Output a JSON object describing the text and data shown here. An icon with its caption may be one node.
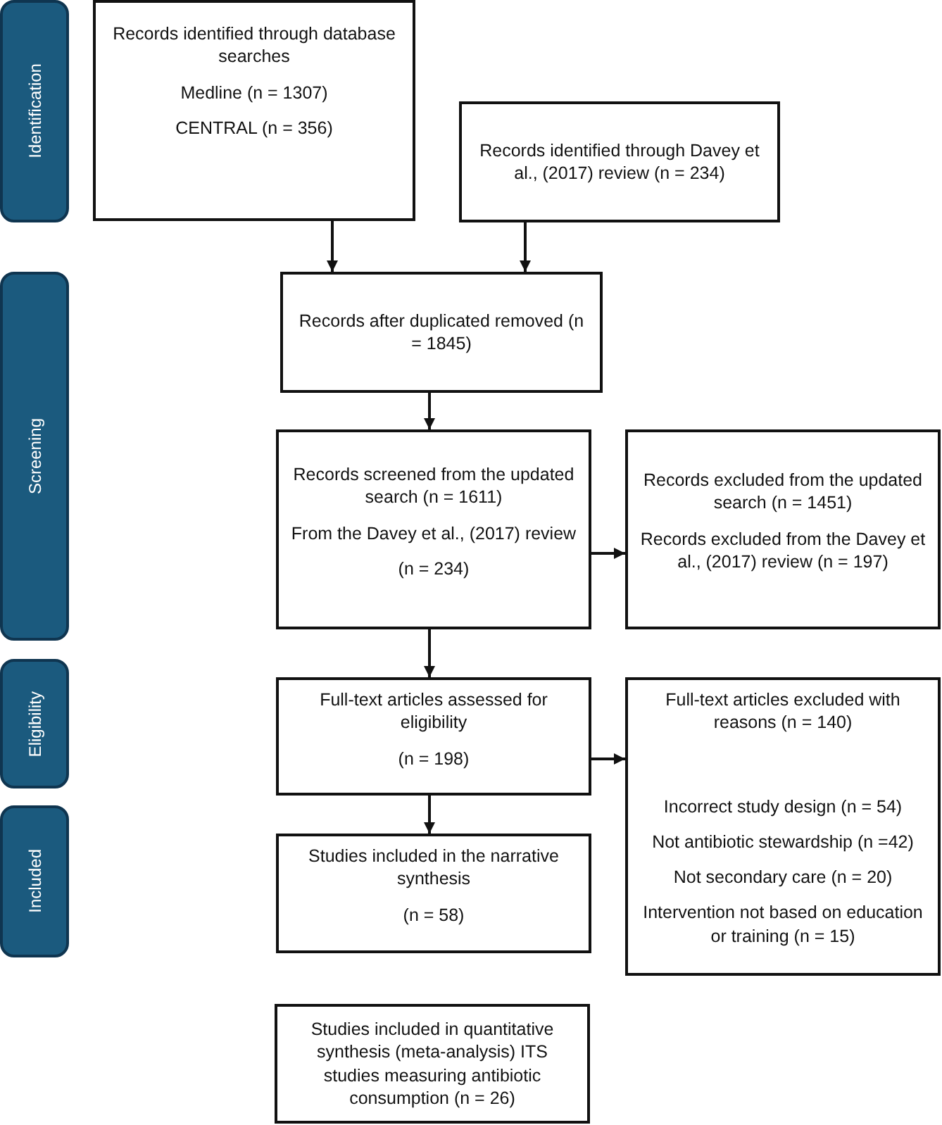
{
  "diagram": {
    "nodes": [
      {
        "text": [
          "Identification"
        ]
      },
      {
        "text": [
          "Screening"
        ]
      },
      {
        "text": [
          "Eligibility"
        ]
      },
      {
        "text": [
          "Included"
        ]
      },
      {
        "text": [
          "Records identified through database searches",
          "Medline (n = 1307)",
          "CENTRAL (n = 356)"
        ]
      },
      {
        "text": [
          "Records identified through Davey et al., (2017) review (n = 234)"
        ]
      },
      {
        "text": [
          "Records after duplicated removed (n = 1845)"
        ]
      },
      {
        "text": [
          "Records screened from the updated search (n = 1611)",
          "From the Davey et al., (2017) review",
          "(n = 234)"
        ]
      },
      {
        "text": [
          "Records excluded from the updated search (n = 1451)",
          "Records excluded from the Davey et al., (2017) review (n = 197)"
        ]
      },
      {
        "text": [
          "Full-text articles assessed for eligibility",
          "(n = 198)"
        ]
      },
      {
        "text": [
          "Full-text articles excluded with reasons (n = 140)",
          "Incorrect study design (n = 54)",
          "Not antibiotic stewardship (n =42)",
          "Not secondary care (n = 20)",
          "Intervention not based on education or training (n = 15)"
        ]
      },
      {
        "text": [
          "Studies included in the narrative synthesis",
          "(n = 58)"
        ]
      },
      {
        "text": [
          "Studies included in quantitative synthesis (meta-analysis) ITS studies measuring antibiotic consumption (n = 26)"
        ]
      }
    ],
    "edges": [
      {
        "from": 4,
        "to": 6,
        "arrow": "to"
      },
      {
        "from": 5,
        "to": 6,
        "arrow": "to"
      },
      {
        "from": 6,
        "to": 7,
        "arrow": "to"
      },
      {
        "from": 7,
        "to": 8,
        "arrow": "to"
      },
      {
        "from": 7,
        "to": 9,
        "arrow": "to"
      },
      {
        "from": 9,
        "to": 10,
        "arrow": "to"
      },
      {
        "from": 9,
        "to": 11,
        "arrow": "to"
      }
    ]
  }
}
